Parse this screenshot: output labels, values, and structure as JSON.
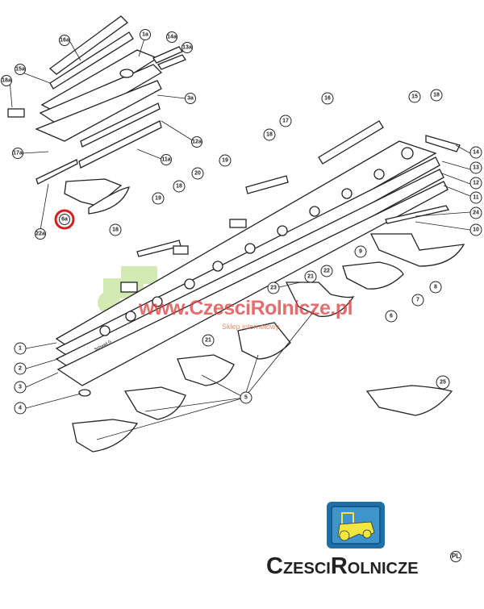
{
  "diagram": {
    "beam_label": "Schwad G",
    "callouts_upper_left": [
      "16a",
      "1a",
      "14a",
      "13a",
      "15a",
      "18a",
      "3a",
      "12a",
      "17a",
      "11a",
      "22a",
      "6a"
    ],
    "callouts_main": [
      "16",
      "15",
      "18",
      "17",
      "18",
      "19",
      "20",
      "18",
      "19",
      "18",
      "14",
      "13",
      "12",
      "11",
      "24",
      "10",
      "9",
      "22",
      "8",
      "7",
      "6",
      "23",
      "21",
      "21",
      "1",
      "2",
      "3",
      "4",
      "5",
      "25"
    ],
    "highlighted_callout": "6a",
    "highlight_color": "#d81e1e"
  },
  "watermark": {
    "url": "www.CzesciRolnicze.pl",
    "subtitle": "Sklep internetowy"
  },
  "logo": {
    "brand_part1": "Czesci",
    "brand_part2": "Rolnicze",
    "mark": "PL",
    "frame_color": "#1e6fa8",
    "tractor_color": "#f2e640"
  }
}
